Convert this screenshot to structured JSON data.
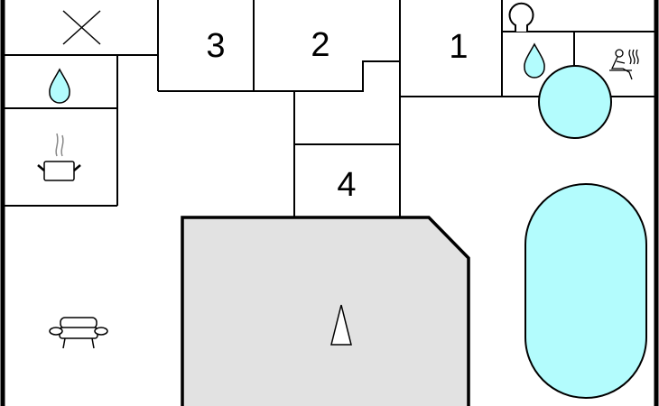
{
  "rooms": [
    {
      "id": "room-1",
      "label": "1"
    },
    {
      "id": "room-2",
      "label": "2"
    },
    {
      "id": "room-3",
      "label": "3"
    },
    {
      "id": "room-4",
      "label": "4"
    }
  ],
  "icons": [
    "no-bed-x-icon",
    "water-drop-icon",
    "cooking-pot-icon",
    "toilet-icon",
    "shower-drop-icon",
    "sauna-icon",
    "hot-tub-icon",
    "pool-icon",
    "terrace-area",
    "north-arrow-icon",
    "sofa-icon"
  ],
  "colors": {
    "water": "#b3fcfd",
    "terrace": "#e2e2e2",
    "wall": "#000000"
  }
}
